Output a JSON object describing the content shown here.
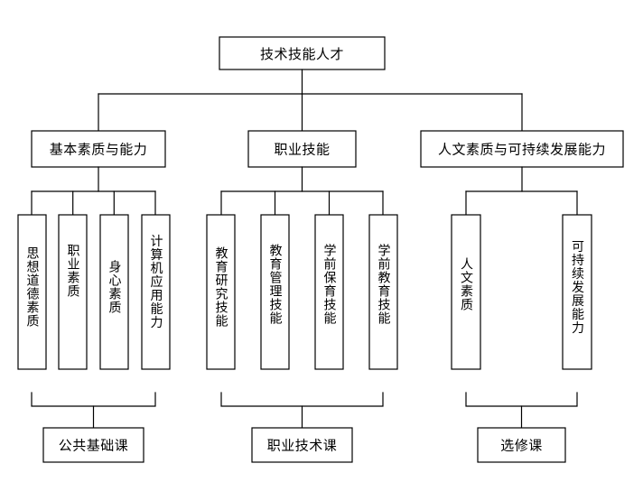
{
  "diagram": {
    "title": "技术技能人才",
    "orientation": "top-down-tree",
    "levels": [
      {
        "level": 1,
        "nodes": [
          {
            "id": "root",
            "label": "技术技能人才",
            "text_direction": "horizontal"
          }
        ]
      },
      {
        "level": 2,
        "nodes": [
          {
            "id": "g1",
            "label": "基本素质与能力",
            "text_direction": "horizontal"
          },
          {
            "id": "g2",
            "label": "职业技能",
            "text_direction": "horizontal"
          },
          {
            "id": "g3",
            "label": "人文素质与可持续发展能力",
            "text_direction": "horizontal"
          }
        ]
      },
      {
        "level": 3,
        "groups": [
          {
            "parent": "g1",
            "nodes": [
              {
                "id": "g1c1",
                "label": "思想道德素质",
                "text_direction": "vertical"
              },
              {
                "id": "g1c2",
                "label": "职业素质",
                "text_direction": "vertical"
              },
              {
                "id": "g1c3",
                "label": "身心素质",
                "text_direction": "vertical"
              },
              {
                "id": "g1c4",
                "label": "计算机应用能力",
                "text_direction": "vertical"
              }
            ]
          },
          {
            "parent": "g2",
            "nodes": [
              {
                "id": "g2c1",
                "label": "教育研究技能",
                "text_direction": "vertical"
              },
              {
                "id": "g2c2",
                "label": "教育管理技能",
                "text_direction": "vertical"
              },
              {
                "id": "g2c3",
                "label": "学前保育技能",
                "text_direction": "vertical"
              },
              {
                "id": "g2c4",
                "label": "学前教育技能",
                "text_direction": "vertical"
              }
            ]
          },
          {
            "parent": "g3",
            "nodes": [
              {
                "id": "g3c1",
                "label": "人文素质",
                "text_direction": "vertical"
              },
              {
                "id": "g3c2",
                "label": "可持续发展能力",
                "text_direction": "vertical"
              }
            ]
          }
        ]
      },
      {
        "level": 4,
        "nodes": [
          {
            "id": "b1",
            "label": "公共基础课",
            "text_direction": "horizontal"
          },
          {
            "id": "b2",
            "label": "职业技术课",
            "text_direction": "horizontal"
          },
          {
            "id": "b3",
            "label": "选修课",
            "text_direction": "horizontal"
          }
        ]
      }
    ],
    "style": {
      "line_color": "#000000",
      "box_fill": "#ffffff",
      "box_stroke": "#000000",
      "background": "#ffffff"
    }
  }
}
